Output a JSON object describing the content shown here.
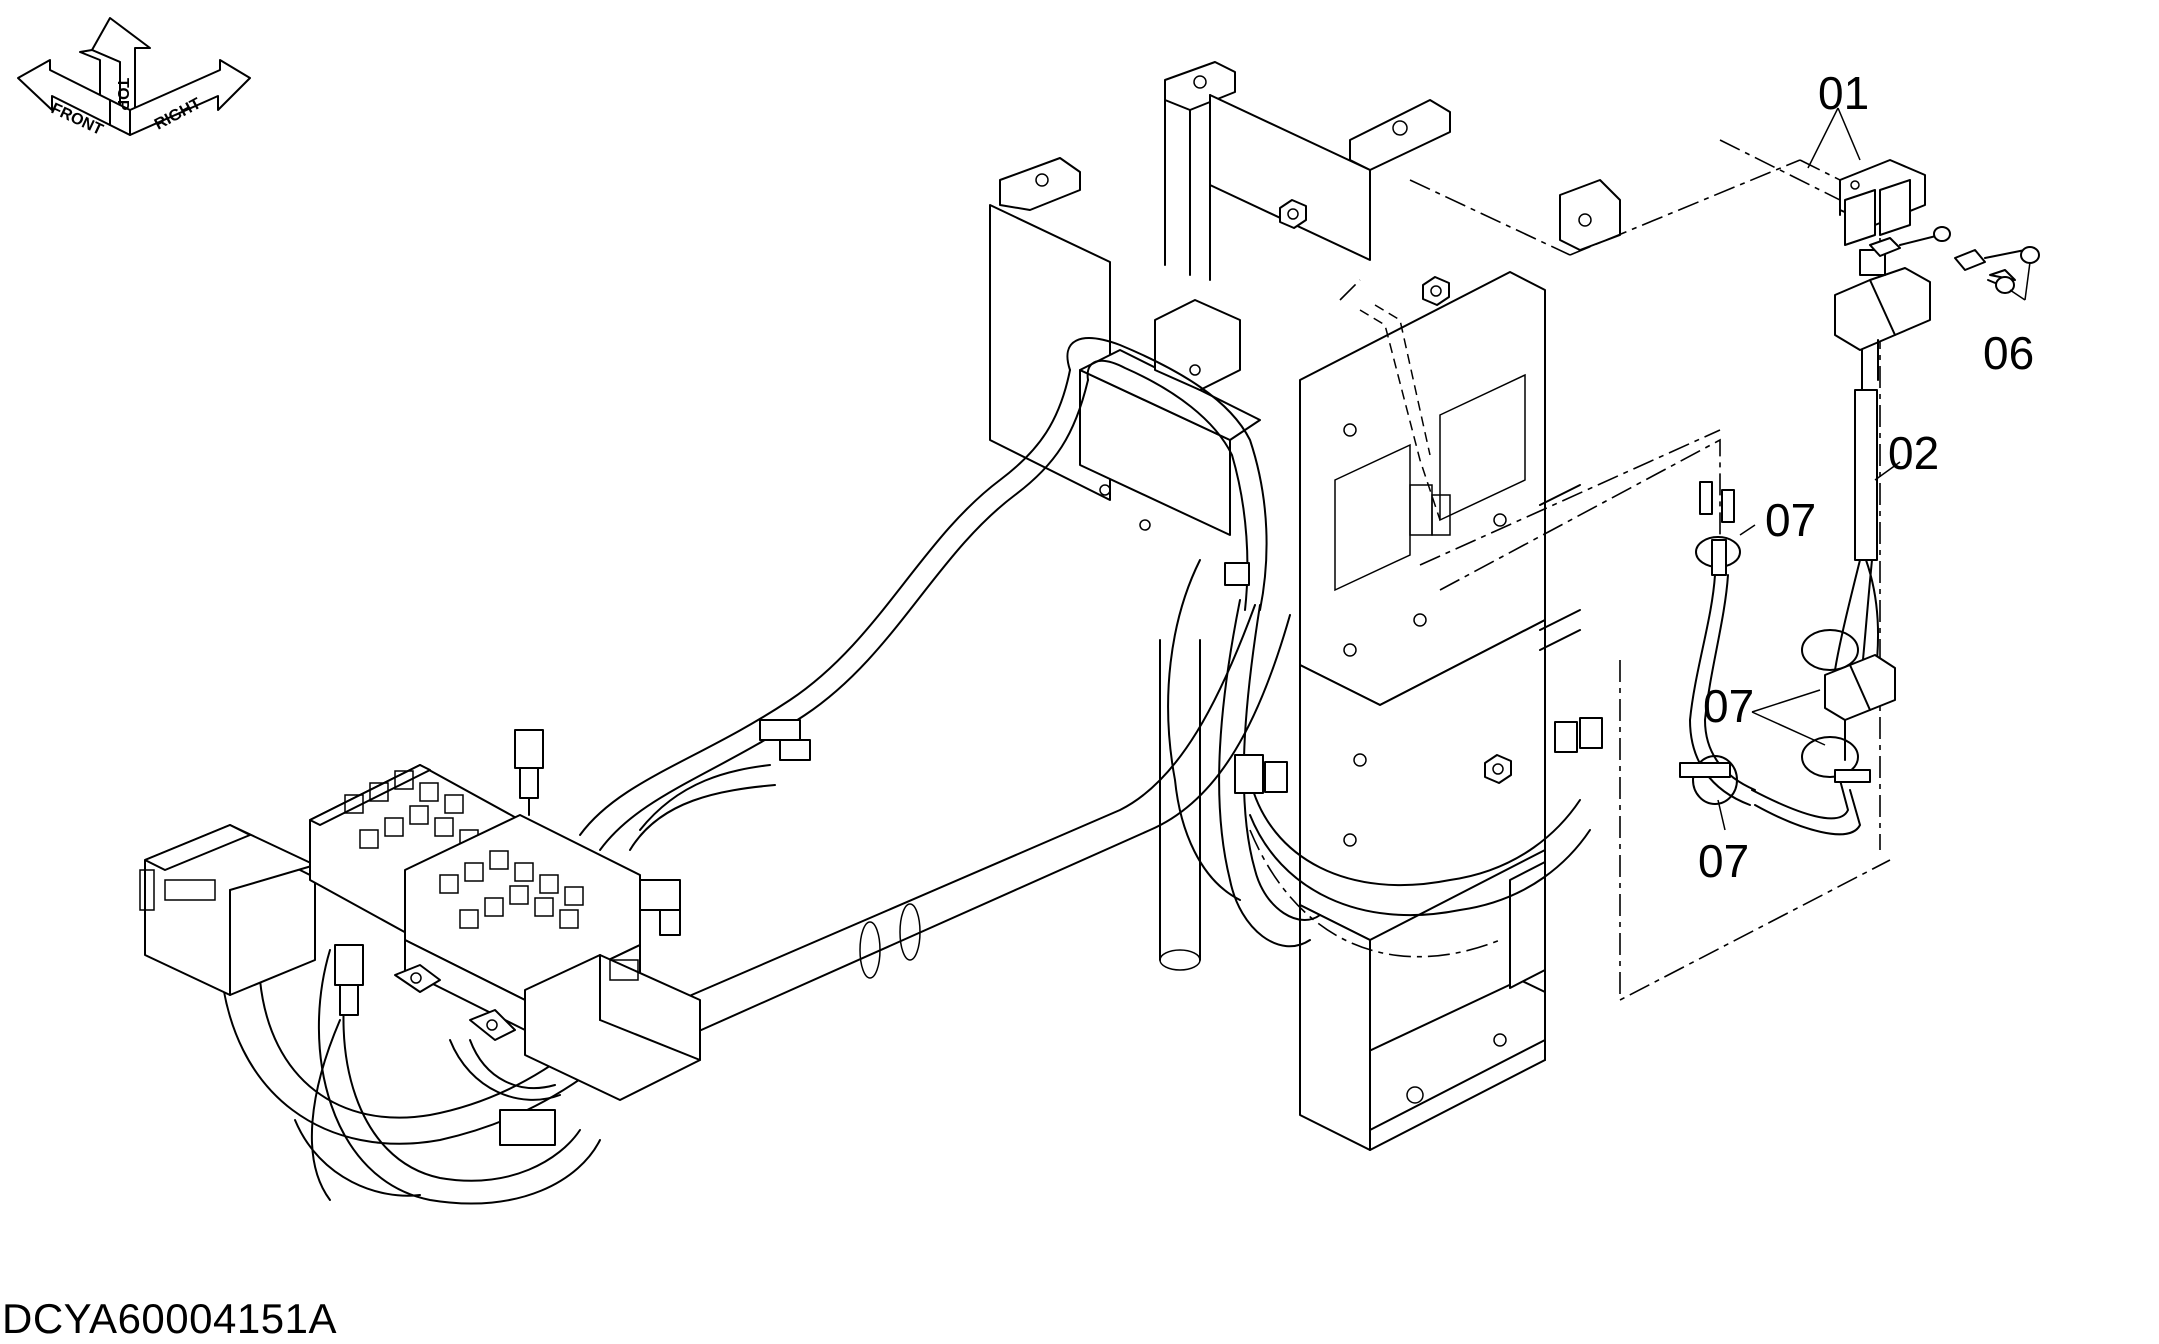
{
  "drawing_code": "DCYA60004151A",
  "orientation_icon": {
    "top": "TOP",
    "front": "FRONT",
    "right": "RIGHT"
  },
  "callouts": {
    "c01": "01",
    "c02": "02",
    "c06": "06",
    "c07_top": "07",
    "c07_mid": "07",
    "c07_bottom": "07"
  }
}
